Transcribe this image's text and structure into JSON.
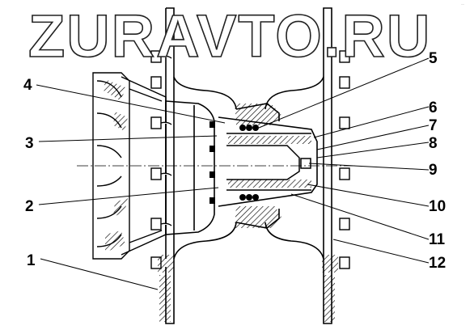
{
  "watermark": "ZURAVTO.RU",
  "corner_text": "—",
  "callouts": {
    "c1": "1",
    "c2": "2",
    "c3": "3",
    "c4": "4",
    "c5": "5",
    "c6": "6",
    "c7": "7",
    "c8": "8",
    "c9": "9",
    "c10": "10",
    "c11": "11",
    "c12": "12"
  }
}
